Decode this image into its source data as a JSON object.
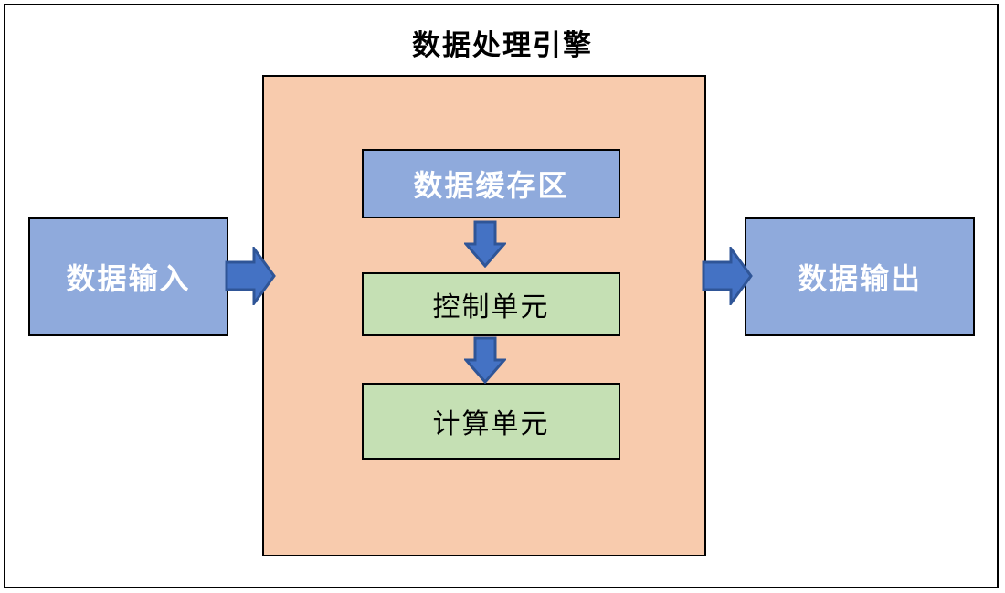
{
  "diagram": {
    "title": "数据处理引擎",
    "nodes": {
      "input": {
        "label": "数据输入"
      },
      "buffer": {
        "label": "数据缓存区"
      },
      "control": {
        "label": "控制单元"
      },
      "compute": {
        "label": "计算单元"
      },
      "output": {
        "label": "数据输出"
      }
    },
    "icons": {
      "flow_right": "flow-arrow-right-icon",
      "flow_down": "flow-arrow-down-icon"
    },
    "colors": {
      "node_blue_fill": "#8FAADC",
      "node_green_fill": "#C5E0B4",
      "container_fill": "#F8CBAD",
      "arrow_fill": "#4472C4",
      "arrow_stroke": "#2F5597",
      "border": "#000000"
    }
  }
}
